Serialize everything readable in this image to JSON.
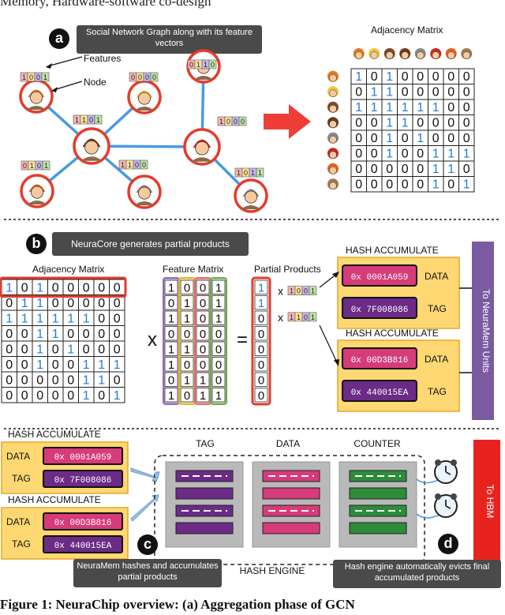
{
  "captions": {
    "top": "Memory, Hardware-software co-design",
    "bottom": "Figure 1: NeuraChip overview: (a) Aggregation phase of GCN"
  },
  "markers": {
    "a": "a",
    "b": "b",
    "c": "c",
    "d": "d"
  },
  "panel_a": {
    "title": "Social Network Graph along with its feature vectors",
    "features_label": "Features",
    "node_label": "Node",
    "adjacency_title": "Adjacency Matrix",
    "node_features": [
      "1001",
      "0000",
      "0110",
      "1000",
      "0101",
      "1100",
      "1011"
    ],
    "adjacency": [
      [
        1,
        0,
        1,
        0,
        0,
        0,
        0,
        0
      ],
      [
        0,
        1,
        1,
        0,
        0,
        0,
        0,
        0
      ],
      [
        1,
        1,
        1,
        1,
        1,
        1,
        0,
        0
      ],
      [
        0,
        0,
        1,
        1,
        0,
        0,
        0,
        0
      ],
      [
        0,
        0,
        1,
        0,
        1,
        0,
        0,
        0
      ],
      [
        0,
        0,
        1,
        0,
        0,
        1,
        1,
        1
      ],
      [
        0,
        0,
        0,
        0,
        0,
        1,
        1,
        0
      ],
      [
        0,
        0,
        0,
        0,
        0,
        1,
        0,
        1
      ]
    ]
  },
  "panel_b": {
    "title": "NeuraCore generates partial products",
    "adjacency_title": "Adjacency Matrix",
    "feature_title": "Feature Matrix",
    "partial_title": "Partial Products",
    "times": "x",
    "equals": "=",
    "feature_matrix": [
      [
        1,
        0,
        0,
        1
      ],
      [
        0,
        1,
        0,
        1
      ],
      [
        1,
        1,
        0,
        1
      ],
      [
        0,
        0,
        0,
        0
      ],
      [
        1,
        1,
        0,
        0
      ],
      [
        1,
        0,
        0,
        0
      ],
      [
        0,
        1,
        1,
        0
      ],
      [
        1,
        0,
        1,
        1
      ]
    ],
    "partial_column": [
      1,
      1,
      0,
      0,
      0,
      0,
      0,
      0
    ],
    "partial_vectors": [
      "1001",
      "1101"
    ],
    "hash_blocks": [
      {
        "title": "HASH ACCUMULATE",
        "data_value": "0x 0001A059",
        "data_label": "DATA",
        "tag_value": "0x 7F008086",
        "tag_label": "TAG"
      },
      {
        "title": "HASH ACCUMULATE",
        "data_value": "0x 00D3B816",
        "data_label": "DATA",
        "tag_value": "0x 440015EA",
        "tag_label": "TAG"
      }
    ],
    "to_neuramem": "To NeuraMem Units"
  },
  "panel_c": {
    "hash_blocks": [
      {
        "title": "HASH ACCUMULATE",
        "data_label": "DATA",
        "data_value": "0x 0001A059",
        "tag_label": "TAG",
        "tag_value": "0x 7F008086"
      },
      {
        "title": "HASH ACCUMULATE",
        "data_label": "DATA",
        "data_value": "0x 00D3B816",
        "tag_label": "TAG",
        "tag_value": "0x 440015EA"
      }
    ],
    "columns": [
      "TAG",
      "DATA",
      "COUNTER"
    ],
    "engine_label": "HASH ENGINE",
    "note_c": "NeuraMem hashes and accumulates partial products",
    "note_d": "Hash engine automatically evicts final accumulated products",
    "to_hbm": "To HBM"
  },
  "colors": {
    "node_ring": "#e53b2c",
    "edge": "#4a9ae0",
    "blue_one": "#2979d8",
    "hash_panel": "#ffd873",
    "hash_panel_border": "#e2a92a",
    "data_fill": "#d63b7a",
    "tag_fill": "#6b2b86",
    "purple_bar": "#7a5aa0",
    "hbm": "#e8231f",
    "feature_purple": "#c6b3e6",
    "feature_yellow": "#fbe7a1",
    "feature_pink": "#f5b3b3",
    "feature_green": "#bfe3a8"
  }
}
